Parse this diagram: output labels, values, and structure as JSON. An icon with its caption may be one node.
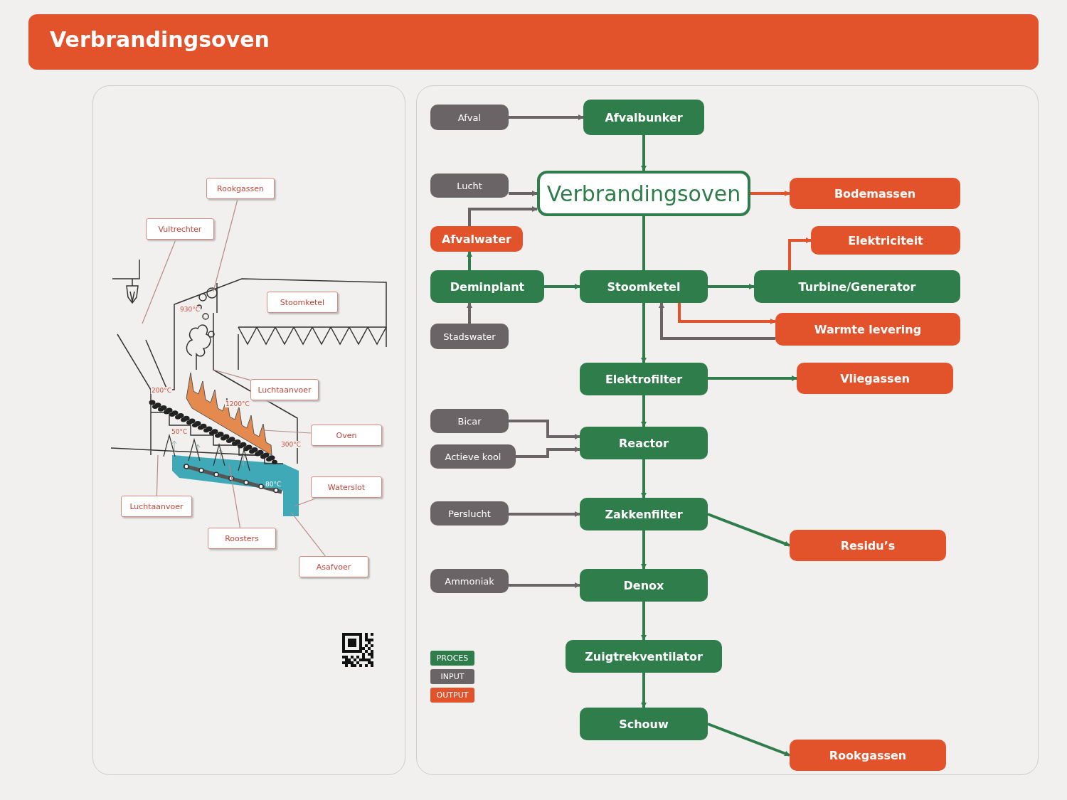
{
  "diagram": {
    "title": "Verbrandingsoven",
    "nodes": [
      {
        "text": [
          "Afval"
        ]
      },
      {
        "text": [
          "Afvalbunker"
        ]
      },
      {
        "text": [
          "Lucht"
        ]
      },
      {
        "text": [
          "Verbrandingsoven"
        ]
      },
      {
        "text": [
          "Bodemassen"
        ]
      },
      {
        "text": [
          "Afvalwater"
        ]
      },
      {
        "text": [
          "Elektriciteit"
        ]
      },
      {
        "text": [
          "Deminplant"
        ]
      },
      {
        "text": [
          "Stoomketel"
        ]
      },
      {
        "text": [
          "Turbine/Generator"
        ]
      },
      {
        "text": [
          "Stadswater"
        ]
      },
      {
        "text": [
          "Warmte levering"
        ]
      },
      {
        "text": [
          "Elektrofilter"
        ]
      },
      {
        "text": [
          "Vliegassen"
        ]
      },
      {
        "text": [
          "Bicar"
        ]
      },
      {
        "text": [
          "Actieve kool"
        ]
      },
      {
        "text": [
          "Reactor"
        ]
      },
      {
        "text": [
          "Perslucht"
        ]
      },
      {
        "text": [
          "Zakkenfilter"
        ]
      },
      {
        "text": [
          "Residu’s"
        ]
      },
      {
        "text": [
          "Ammoniak"
        ]
      },
      {
        "text": [
          "Denox"
        ]
      },
      {
        "text": [
          "Zuigtrekventilator"
        ]
      },
      {
        "text": [
          "Schouw"
        ]
      },
      {
        "text": [
          "Rookgassen"
        ]
      },
      {
        "text": [
          "Rookgassen"
        ]
      },
      {
        "text": [
          "Vultrechter"
        ]
      },
      {
        "text": [
          "Stoomketel"
        ]
      },
      {
        "text": [
          "Luchtaanvoer"
        ]
      },
      {
        "text": [
          "Oven"
        ]
      },
      {
        "text": [
          "Waterslot"
        ]
      },
      {
        "text": [
          "Luchtaanvoer"
        ]
      },
      {
        "text": [
          "Roosters"
        ]
      },
      {
        "text": [
          "Asafvoer"
        ]
      }
    ],
    "edges": [
      {
        "from": 0,
        "to": 1,
        "arrow": "to",
        "color": "#6b6466"
      },
      {
        "from": 1,
        "to": 3,
        "arrow": "to"
      },
      {
        "from": 2,
        "to": 3,
        "arrow": "to",
        "color": "#6b6466"
      },
      {
        "from": 5,
        "to": 3,
        "arrow": "to",
        "color": "#6b6466"
      },
      {
        "from": 3,
        "to": 4,
        "arrow": "to",
        "color": "#e2522b"
      },
      {
        "from": 3,
        "to": 8,
        "arrow": "none"
      },
      {
        "from": 7,
        "to": 5,
        "arrow": "to"
      },
      {
        "from": 10,
        "to": 7,
        "arrow": "to",
        "color": "#6b6466"
      },
      {
        "from": 7,
        "to": 8,
        "arrow": "to"
      },
      {
        "from": 8,
        "to": 9,
        "arrow": "to"
      },
      {
        "from": 9,
        "to": 6,
        "arrow": "to",
        "color": "#e2522b"
      },
      {
        "from": 8,
        "to": 11,
        "arrow": "to",
        "color": "#e2522b"
      },
      {
        "from": 11,
        "to": 8,
        "arrow": "to",
        "color": "#6b6466"
      },
      {
        "from": 8,
        "to": 12,
        "arrow": "to"
      },
      {
        "from": 12,
        "to": 13,
        "arrow": "to"
      },
      {
        "from": 12,
        "to": 16,
        "arrow": "to"
      },
      {
        "from": 14,
        "to": 16,
        "arrow": "to",
        "color": "#6b6466"
      },
      {
        "from": 15,
        "to": 16,
        "arrow": "to",
        "color": "#6b6466"
      },
      {
        "from": 16,
        "to": 18,
        "arrow": "to"
      },
      {
        "from": 17,
        "to": 18,
        "arrow": "to",
        "color": "#6b6466"
      },
      {
        "from": 18,
        "to": 19,
        "arrow": "to"
      },
      {
        "from": 18,
        "to": 21,
        "arrow": "to"
      },
      {
        "from": 20,
        "to": 21,
        "arrow": "to",
        "color": "#6b6466"
      },
      {
        "from": 21,
        "to": 22,
        "arrow": "to"
      },
      {
        "from": 22,
        "to": 23,
        "arrow": "to"
      },
      {
        "from": 23,
        "to": 24,
        "arrow": "to"
      },
      {
        "from": 25,
        "to": null,
        "arrow": "none",
        "color": "#b58a88"
      },
      {
        "from": 26,
        "to": null,
        "arrow": "none",
        "color": "#b58a88"
      },
      {
        "from": 28,
        "to": null,
        "arrow": "none",
        "color": "#b58a88"
      },
      {
        "from": 29,
        "to": null,
        "arrow": "none",
        "color": "#b58a88"
      },
      {
        "from": 30,
        "to": null,
        "arrow": "none",
        "color": "#b58a88"
      },
      {
        "from": 31,
        "to": null,
        "arrow": "none",
        "color": "#b58a88"
      },
      {
        "from": 32,
        "to": null,
        "arrow": "none",
        "color": "#b58a88"
      },
      {
        "from": 33,
        "to": null,
        "arrow": "none",
        "color": "#b58a88"
      }
    ],
    "labels": [
      "930°C",
      "200°C",
      "1200°C",
      "50°C",
      "300°C",
      "80°C"
    ],
    "legend": [
      {
        "text": "PROCES",
        "color": "#2e7d4a"
      },
      {
        "text": "INPUT",
        "color": "#6b6466"
      },
      {
        "text": "OUTPUT",
        "color": "#e2522b"
      }
    ]
  }
}
